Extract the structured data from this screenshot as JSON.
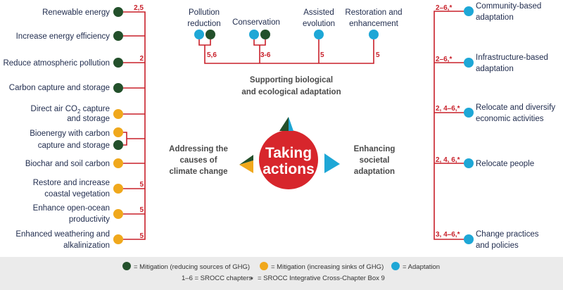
{
  "colors": {
    "mitigation_sources": "#23502b",
    "mitigation_sinks": "#f0a81c",
    "adaptation": "#1ea7d6",
    "line": "#c8202a",
    "center": "#d7262c",
    "legend_bg": "#ebebeb"
  },
  "left_items": [
    {
      "lines": [
        "Renewable energy"
      ],
      "dots": [
        "mitigation_sources"
      ],
      "chapters": "2,5"
    },
    {
      "lines": [
        "Increase energy efficiency"
      ],
      "dots": [
        "mitigation_sources"
      ],
      "chapters": ""
    },
    {
      "lines": [
        "Reduce atmospheric pollution"
      ],
      "dots": [
        "mitigation_sources"
      ],
      "chapters": "2"
    },
    {
      "lines": [
        "Carbon capture and storage"
      ],
      "dots": [
        "mitigation_sources"
      ],
      "chapters": ""
    },
    {
      "lines": [
        "Direct air CO2 capture",
        "and storage"
      ],
      "dots": [
        "mitigation_sinks"
      ],
      "chapters": ""
    },
    {
      "lines": [
        "Bioenergy with carbon",
        "capture and storage"
      ],
      "dots": [
        "mitigation_sinks",
        "mitigation_sources"
      ],
      "chapters": ""
    },
    {
      "lines": [
        "Biochar and soil carbon"
      ],
      "dots": [
        "mitigation_sinks"
      ],
      "chapters": ""
    },
    {
      "lines": [
        "Restore and increase",
        "coastal vegetation"
      ],
      "dots": [
        "mitigation_sinks"
      ],
      "chapters": "5"
    },
    {
      "lines": [
        "Enhance open-ocean",
        "productivity"
      ],
      "dots": [
        "mitigation_sinks"
      ],
      "chapters": "5"
    },
    {
      "lines": [
        "Enhanced weathering and",
        "alkalinization"
      ],
      "dots": [
        "mitigation_sinks"
      ],
      "chapters": "5"
    }
  ],
  "top_items": [
    {
      "lines": [
        "Pollution",
        "reduction"
      ],
      "dots": [
        "adaptation",
        "mitigation_sources"
      ],
      "chapters": "5,6"
    },
    {
      "lines": [
        "Conservation"
      ],
      "dots": [
        "adaptation",
        "mitigation_sources"
      ],
      "chapters": "3-6"
    },
    {
      "lines": [
        "Assisted",
        "evolution"
      ],
      "dots": [
        "adaptation"
      ],
      "chapters": "5"
    },
    {
      "lines": [
        "Restoration and",
        "enhancement"
      ],
      "dots": [
        "adaptation"
      ],
      "chapters": "5"
    }
  ],
  "right_items": [
    {
      "lines": [
        "Community-based",
        "adaptation"
      ],
      "dots": [
        "adaptation"
      ],
      "chapters": "2–6,*"
    },
    {
      "lines": [
        "Infrastructure-based",
        "adaptation"
      ],
      "dots": [
        "adaptation"
      ],
      "chapters": "2–6,*"
    },
    {
      "lines": [
        "Relocate and diversify",
        "economic activities"
      ],
      "dots": [
        "adaptation"
      ],
      "chapters": "2, 4–6,*"
    },
    {
      "lines": [
        "Relocate people"
      ],
      "dots": [
        "adaptation"
      ],
      "chapters": "2, 4, 6,*"
    },
    {
      "lines": [
        "Change practices",
        "and policies"
      ],
      "dots": [
        "adaptation"
      ],
      "chapters": "3, 4–6,*"
    }
  ],
  "themes": {
    "top": [
      "Supporting biological",
      "and ecological adaptation"
    ],
    "left": [
      "Addressing the",
      "causes of",
      "climate change"
    ],
    "right": [
      "Enhancing",
      "societal",
      "adaptation"
    ]
  },
  "center": [
    "Taking",
    "actions"
  ],
  "legend": {
    "items": [
      {
        "dot": "mitigation_sources",
        "text": "= Mitigation (reducing sources of GHG)"
      },
      {
        "dot": "mitigation_sinks",
        "text": "= Mitigation (increasing sinks of GHG)"
      },
      {
        "dot": "adaptation",
        "text": "= Adaptation"
      }
    ],
    "chapters_note": "1–6 = SROCC chapters",
    "box_note": "= SROCC Integrative Cross-Chapter Box 9"
  }
}
